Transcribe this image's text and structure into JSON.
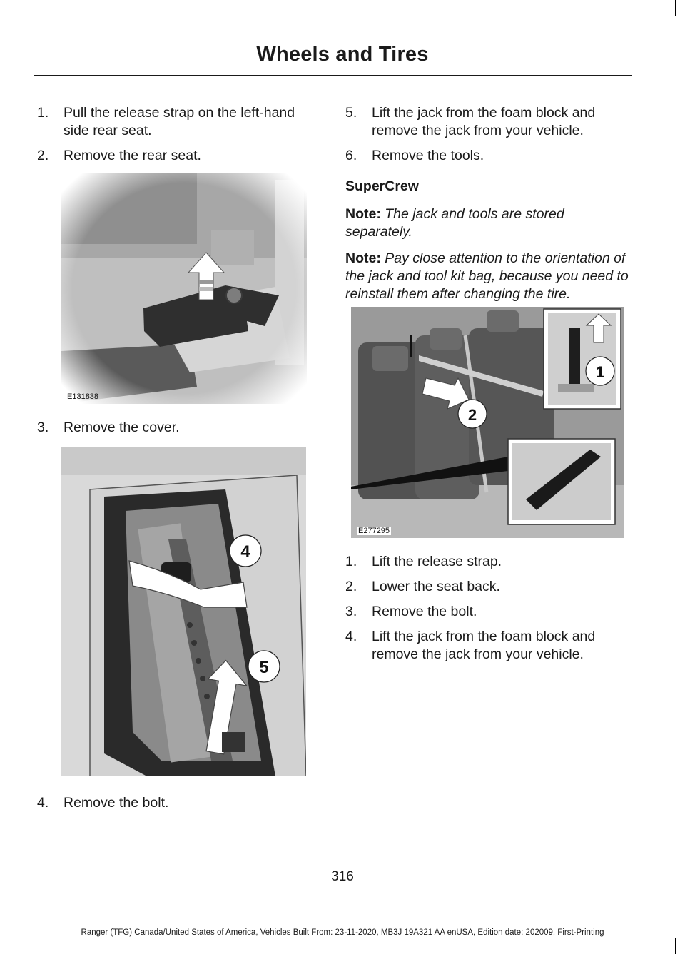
{
  "header": {
    "title": "Wheels and Tires"
  },
  "left_column": {
    "steps_top": [
      {
        "num": "1.",
        "text": "Pull the release strap on the left-hand side rear seat."
      },
      {
        "num": "2.",
        "text": "Remove the rear seat."
      }
    ],
    "figure1": {
      "code": "E131838"
    },
    "step3": {
      "num": "3.",
      "text": "Remove the cover."
    },
    "figure2": {
      "code": "",
      "callouts": [
        "4",
        "5"
      ]
    },
    "step4": {
      "num": "4.",
      "text": "Remove the bolt."
    }
  },
  "right_column": {
    "steps_top": [
      {
        "num": "5.",
        "text": "Lift the jack from the foam block and remove the jack from your vehicle."
      },
      {
        "num": "6.",
        "text": "Remove the tools."
      }
    ],
    "subheading": "SuperCrew",
    "notes": [
      {
        "label": "Note:",
        "text": "The jack and tools are stored separately."
      },
      {
        "label": "Note:",
        "text": "Pay close attention to the orientation of the jack and tool kit bag, because you need to reinstall them after changing the tire."
      }
    ],
    "figure3": {
      "code": "E277295",
      "callouts": [
        "1",
        "2"
      ]
    },
    "steps_bottom": [
      {
        "num": "1.",
        "text": "Lift the release strap."
      },
      {
        "num": "2.",
        "text": "Lower the seat back."
      },
      {
        "num": "3.",
        "text": "Remove the bolt."
      },
      {
        "num": "4.",
        "text": "Lift the jack from the foam block and remove the jack from your vehicle."
      }
    ]
  },
  "page_number": "316",
  "footer": "Ranger (TFG) Canada/United States of America, Vehicles Built From: 23-11-2020, MB3J 19A321 AA enUSA, Edition date: 202009, First-Printing"
}
